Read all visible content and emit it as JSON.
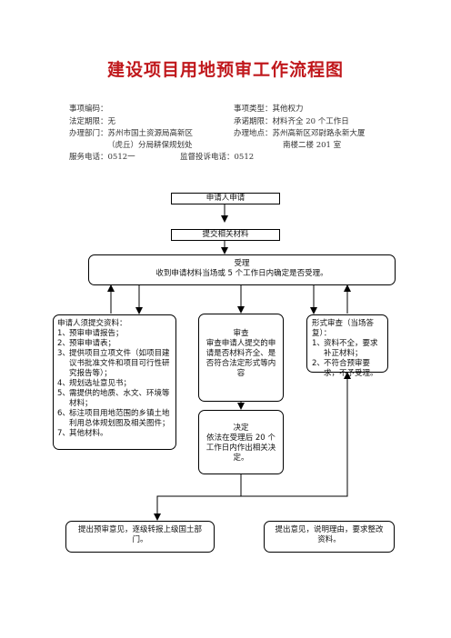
{
  "title": "建设项目用地预审工作流程图",
  "meta": {
    "item_code": "事项编码：",
    "item_type": "事项类型：其他权力",
    "legal_limit": "法定期限：无",
    "promise_limit": "承诺期限：材料齐全 20 个工作日",
    "dept": "办理部门：苏州市国土资源局高新区",
    "dept_cont": "（虎丘）分局耕保规划处",
    "location": "办理地点：苏州高新区邓尉路永新大厦",
    "location_cont": "南楼二楼 201 室",
    "service_phone": "服务电话：0512一",
    "complaint_phone": "监督投诉电话：0512"
  },
  "flow": {
    "apply": "申请人申请",
    "submit": "提交相关材料",
    "accept_title": "受理",
    "accept_desc": "收到申请材料当场或 5 个工作日内确定是否受理。",
    "materials_title": "申请人须提交资料：",
    "materials": [
      {
        "n": "1、",
        "t": "预审申请报告；"
      },
      {
        "n": "2、",
        "t": "预审申请表；"
      },
      {
        "n": "3、",
        "t": "提供项目立项文件（如项目建议书批准文件和项目可行性研究报告等）；"
      },
      {
        "n": "4、",
        "t": "规划选址意见书；"
      },
      {
        "n": "5、",
        "t": "需提供的地质、水文、环境等材料；"
      },
      {
        "n": "6、",
        "t": "标注项目用地范围的乡镇土地利用总体规划图及相关图件；"
      },
      {
        "n": "7、",
        "t": "其他材料。"
      }
    ],
    "review_title": "审查",
    "review_desc": "审查申请人提交的申请是否材料齐全、是否符合法定形式等内容",
    "formal_title": "形式审查（当场答复）：",
    "formal_items": [
      {
        "n": "1、",
        "t": "资料不全，要求补正材料；"
      },
      {
        "n": "2、",
        "t": "不符合预审要求，不予受理。"
      }
    ],
    "decision_title": "决定",
    "decision_desc": "依法在受理后 20 个工作日内作出相关决定。",
    "result_ok": "提出预审意见，逐级转报上级国土部门。",
    "result_reject": "提出意见，说明理由，要求整改资料。"
  }
}
